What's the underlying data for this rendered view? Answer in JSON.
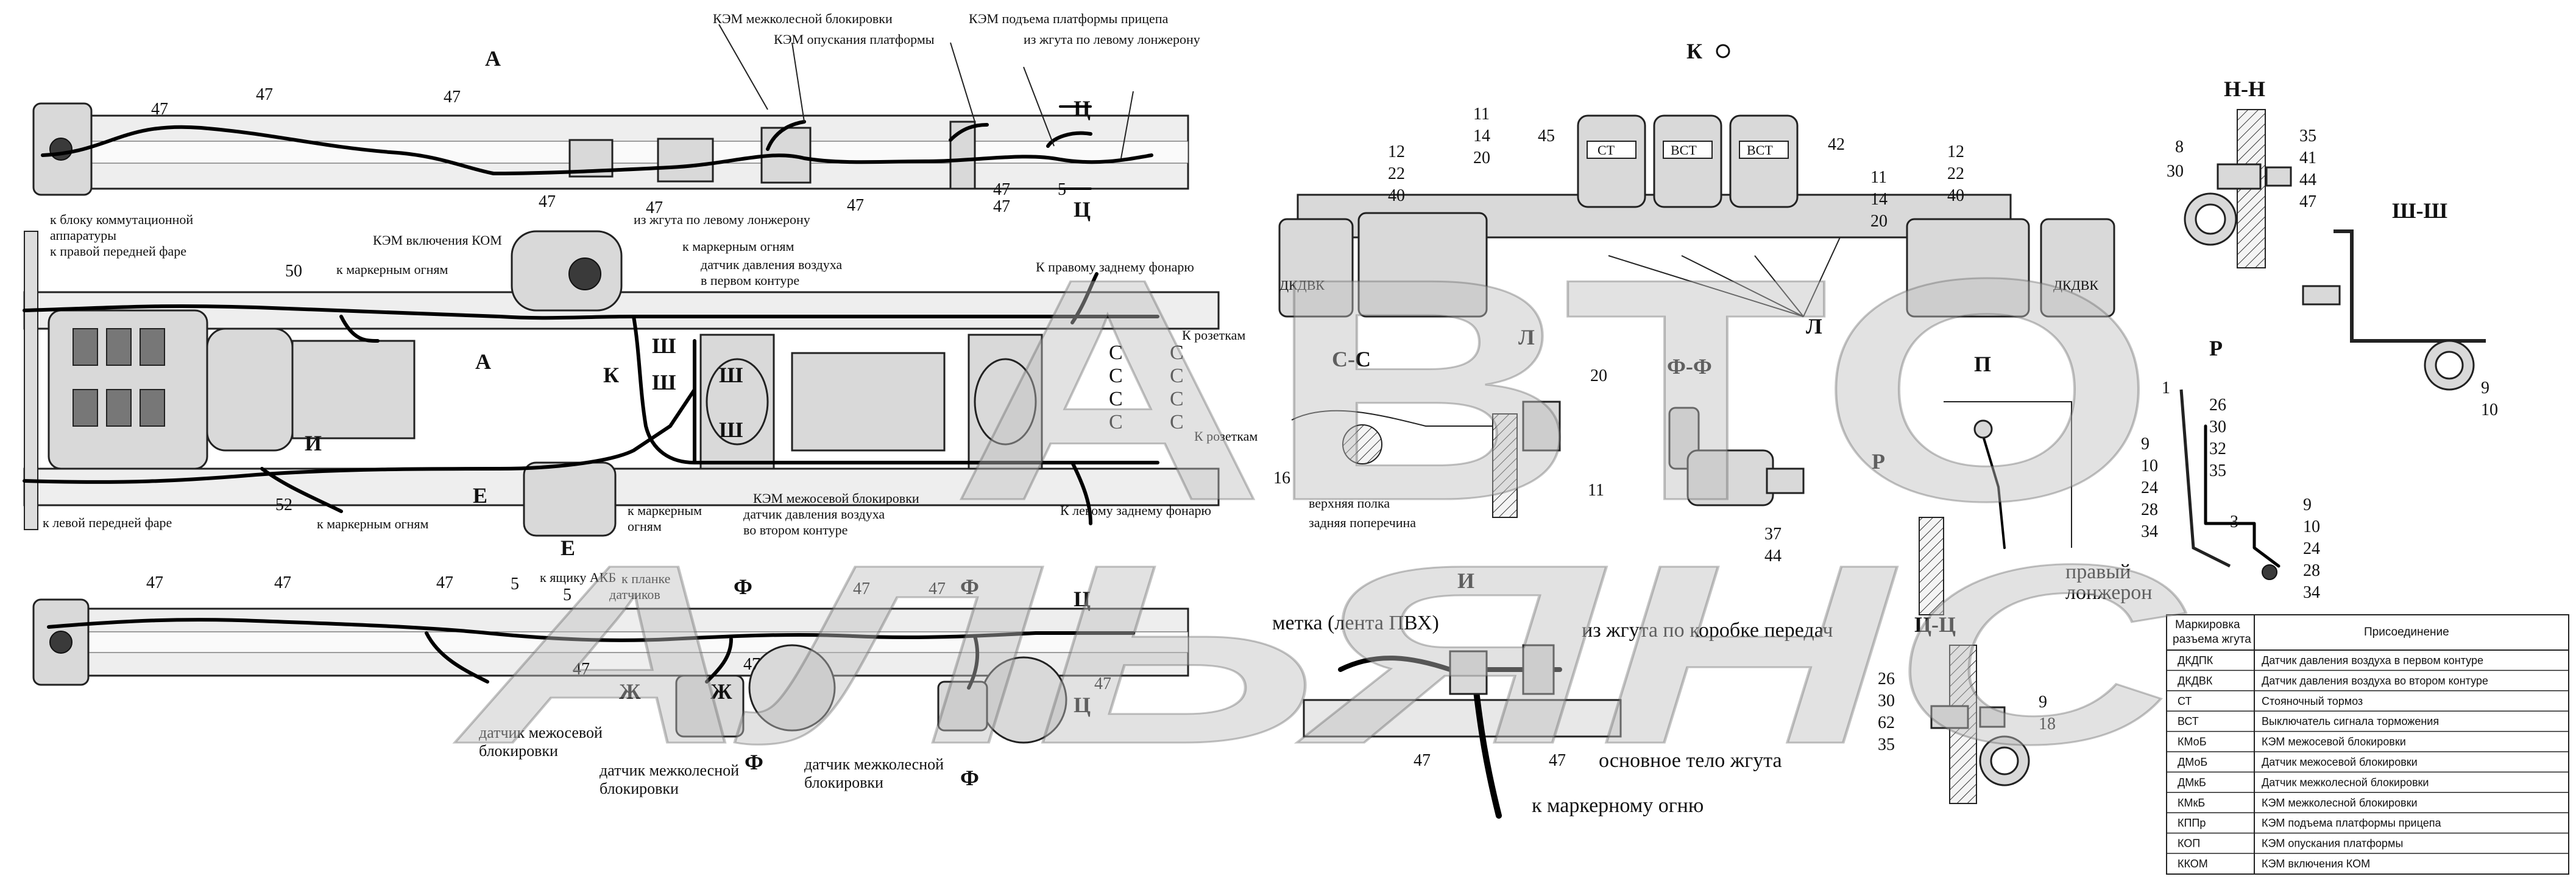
{
  "watermark": {
    "line1": "АВТО",
    "line2": "АЛЬЯНС"
  },
  "view_a": {
    "section_letter": "А",
    "callouts": [
      "47",
      "47",
      "47",
      "47",
      "47",
      "47",
      "47",
      "47",
      "5"
    ],
    "labels": {
      "kem_mezhkolesnoy_top": "КЭМ межколесной блокировки",
      "kem_opuskaniya": "КЭМ опускания платформы",
      "kem_podema": "КЭМ подъема платформы прицепа",
      "iz_zhguta_top": "из жгута по левому лонжерону",
      "iz_zhguta_mid": "из жгута по левому лонжерону",
      "section_ts_top": "Ц",
      "section_ts_bottom": "Ц"
    }
  },
  "plan_view": {
    "labels": {
      "k_bloku": "к блоку коммутационной",
      "apparatury": "аппаратуры",
      "k_pravoy_fare": "к правой передней фаре",
      "kem_kom": "КЭМ включения КОМ",
      "k_markernym_1": "к маркерным огням",
      "k_markernym_2": "к маркерным огням",
      "datchik_pervom_1": "датчик давления воздуха",
      "datchik_pervom_2": "в первом контуре",
      "k_pravomu_zadnemu": "К правому заднему фонарю",
      "k_rozetkam_1": "К розеткам",
      "k_rozetkam_2": "К розеткам",
      "k_levoy_fare": "к левой передней фаре",
      "k_markernym_3": "к маркерным огням",
      "k_markernym_4": "к маркерным",
      "k_markernym_4b": "огням",
      "kem_mezhosevoy": "КЭМ межосевой блокировки",
      "datchik_vtorom_1": "датчик давления воздуха",
      "datchik_vtorom_2": "во втором контуре",
      "k_levomu_zadnemu": "К левому заднему фонарю",
      "k_yashchiku": "к ящику АКБ",
      "k_planke_1": "к планке",
      "k_planke_2": "датчиков"
    },
    "letters": [
      "А",
      "К",
      "И",
      "Е",
      "Е",
      "Ш",
      "Ш",
      "Ш",
      "Ш",
      "С",
      "С",
      "С",
      "С",
      "С",
      "С",
      "С",
      "С"
    ],
    "callouts": [
      "50",
      "52"
    ]
  },
  "bottom_view": {
    "callouts": [
      "47",
      "47",
      "47",
      "47",
      "47",
      "47",
      "47",
      "5",
      "5",
      "47"
    ],
    "letters": [
      "Ф",
      "Ф",
      "Ф",
      "Ф",
      "Ц",
      "Ц",
      "Ж",
      "Ж"
    ],
    "labels": {
      "datchik_mezhosevoy_1": "датчик межосевой",
      "datchik_mezhosevoy_2": "блокировки",
      "datchik_mezhkolesnoy_a1": "датчик межколесной",
      "datchik_mezhkolesnoy_a2": "блокировки",
      "datchik_mezhkolesnoy_b1": "датчик межколесной",
      "datchik_mezhkolesnoy_b2": "блокировки"
    }
  },
  "view_k": {
    "title": "К",
    "connectors": [
      "СТ",
      "ВСТ",
      "ВСТ"
    ],
    "tags": [
      "ДКДВК",
      "ДКДВК"
    ],
    "callouts_left": [
      "11",
      "14",
      "20",
      "45",
      "12",
      "22",
      "40"
    ],
    "callouts_right": [
      "42",
      "11",
      "14",
      "20",
      "12",
      "22",
      "40"
    ],
    "letter_l": "Л"
  },
  "section_cc": {
    "title": "С-С",
    "callouts": [
      "16",
      "20",
      "11"
    ],
    "letter_l": "Л",
    "label_1": "верхняя полка",
    "label_2": "задняя поперечина"
  },
  "section_ff": {
    "title": "Ф-Ф",
    "callouts": [
      "37",
      "44"
    ]
  },
  "section_p": {
    "title": "П",
    "letter_r": "Р",
    "label_1": "правый",
    "label_2": "лонжерон"
  },
  "section_nn": {
    "title": "Н-Н",
    "callouts": [
      "8",
      "30",
      "35",
      "41",
      "44",
      "47"
    ]
  },
  "section_shsh": {
    "title": "Ш-Ш",
    "callouts": [
      "9",
      "10"
    ]
  },
  "section_r": {
    "title": "Р",
    "callouts_left": [
      "1",
      "9",
      "10",
      "24",
      "28",
      "34"
    ],
    "callouts_mid": [
      "26",
      "30",
      "32",
      "35",
      "3"
    ],
    "callouts_right": [
      "9",
      "10",
      "24",
      "28",
      "34"
    ]
  },
  "section_i": {
    "title": "И",
    "label_metka": "метка (лента ПВХ)",
    "label_iz_zhguta": "из жгута по коробке передач",
    "label_osnovnoe": "основное тело жгута",
    "label_k_markernomu": "к маркерному огню",
    "callouts": [
      "47",
      "47"
    ]
  },
  "section_tsts": {
    "title": "Ц-Ц",
    "callouts_left": [
      "26",
      "30",
      "62",
      "35"
    ],
    "callouts_right": [
      "9",
      "18"
    ]
  },
  "table": {
    "header_col1_line1": "Маркировка",
    "header_col1_line2": "разъема жгута",
    "header_col2": "Присоединение",
    "rows": [
      {
        "code": "ДКДПК",
        "desc": "Датчик давления воздуха в первом контуре"
      },
      {
        "code": "ДКДВК",
        "desc": "Датчик давления воздуха во втором контуре"
      },
      {
        "code": "СТ",
        "desc": "Стояночный тормоз"
      },
      {
        "code": "ВСТ",
        "desc": "Выключатель сигнала торможения"
      },
      {
        "code": "КМоБ",
        "desc": "КЭМ межосевой блокировки"
      },
      {
        "code": "ДМоБ",
        "desc": "Датчик межосевой блокировки"
      },
      {
        "code": "ДМкБ",
        "desc": "Датчик межколесной блокировки"
      },
      {
        "code": "КМкБ",
        "desc": "КЭМ межколесной блокировки"
      },
      {
        "code": "КППр",
        "desc": "КЭМ подъема платформы прицепа"
      },
      {
        "code": "КОП",
        "desc": "КЭМ опускания платформы"
      },
      {
        "code": "ККОМ",
        "desc": "КЭМ включения КОМ"
      }
    ]
  }
}
